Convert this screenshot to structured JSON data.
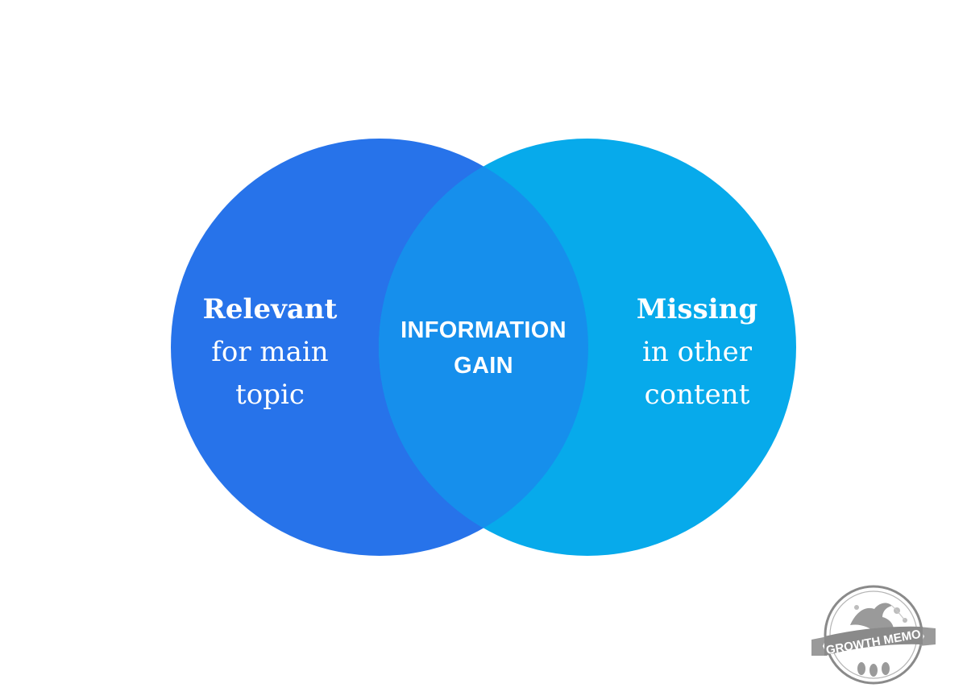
{
  "colors": {
    "left_circle": "#2773EA",
    "right_circle": "#07AAEB",
    "overlap": "#168FEC",
    "text": "#FFFFFF",
    "logo": "#8A8A8A"
  },
  "diagram": {
    "left": {
      "bold": "Relevant",
      "lines": [
        "for main",
        "topic"
      ]
    },
    "right": {
      "bold": "Missing",
      "lines": [
        "in other",
        "content"
      ]
    },
    "center": {
      "lines": [
        "INFORMATION",
        "GAIN"
      ]
    }
  },
  "logo": {
    "text": "GROWTH MEMO",
    "icon": "eagle-emblem-icon"
  }
}
